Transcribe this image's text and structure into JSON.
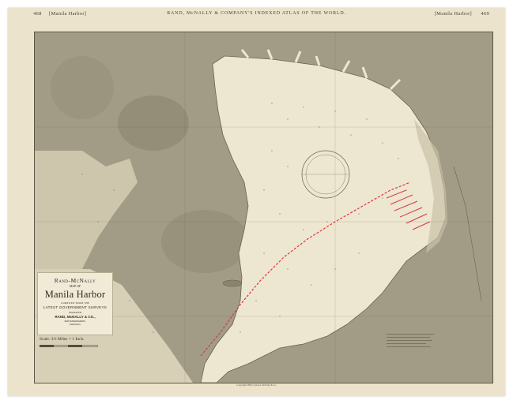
{
  "header": {
    "page_left": "468",
    "section_left": "[Manila Harbor]",
    "atlas_title": "RAND, McNALLY & COMPANY'S INDEXED ATLAS OF THE WORLD.",
    "section_right": "[Manila Harbor]",
    "page_right": "469"
  },
  "title_cartouche": {
    "brand": "Rand-McNally",
    "map_of": "MAP OF",
    "place": "Manila Harbor",
    "compiled": "COMPILED FROM THE",
    "surveys": "LATEST GOVERNMENT SURVEYS",
    "by": "ENGRAVED",
    "publisher": "RAND, McNALLY & CO.,",
    "publisher_city": "MAP ENGRAVERS,",
    "publisher_place": "CHICAGO."
  },
  "scale": {
    "text": "Scale. 3½ Miles = 1 Inch."
  },
  "copyright": "Copyright 1898, by Rand, McNally & Co.",
  "colors": {
    "paper": "#ece3cc",
    "land": "#9c9682",
    "water": "#ece5d0",
    "route": "#d63a3a",
    "neatline": "#5e5545"
  }
}
